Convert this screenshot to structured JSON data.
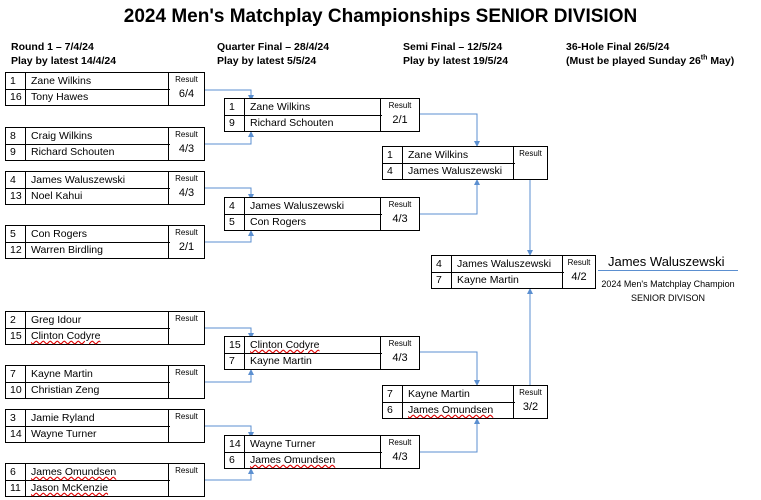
{
  "title": "2024 Men's Matchplay Championships  SENIOR DIVISION",
  "rounds": [
    {
      "line1": "Round 1 – 7/4/24",
      "line2": "Play by latest 14/4/24"
    },
    {
      "line1": "Quarter Final – 28/4/24",
      "line2": "Play by latest 5/5/24"
    },
    {
      "line1": "Semi Final – 12/5/24",
      "line2": "Play by latest 19/5/24"
    },
    {
      "line1": "36-Hole Final 26/5/24",
      "line2_pre": "(Must be played Sunday 26",
      "line2_sup": "th",
      "line2_post": " May)"
    }
  ],
  "result_label": "Result",
  "round1": [
    {
      "p1": {
        "seed": "1",
        "name": "Zane Wilkins"
      },
      "p2": {
        "seed": "16",
        "name": "Tony Hawes"
      },
      "result": "6/4"
    },
    {
      "p1": {
        "seed": "8",
        "name": "Craig Wilkins"
      },
      "p2": {
        "seed": "9",
        "name": "Richard Schouten"
      },
      "result": "4/3"
    },
    {
      "p1": {
        "seed": "4",
        "name": "James Waluszewski"
      },
      "p2": {
        "seed": "13",
        "name": "Noel Kahui"
      },
      "result": "4/3"
    },
    {
      "p1": {
        "seed": "5",
        "name": "Con Rogers"
      },
      "p2": {
        "seed": "12",
        "name": "Warren Birdling"
      },
      "result": "2/1"
    },
    {
      "p1": {
        "seed": "2",
        "name": "Greg Idour"
      },
      "p2": {
        "seed": "15",
        "name": "Clinton Codyre"
      },
      "result": ""
    },
    {
      "p1": {
        "seed": "7",
        "name": "Kayne Martin"
      },
      "p2": {
        "seed": "10",
        "name": "Christian Zeng"
      },
      "result": ""
    },
    {
      "p1": {
        "seed": "3",
        "name": "Jamie Ryland"
      },
      "p2": {
        "seed": "14",
        "name": "Wayne Turner"
      },
      "result": ""
    },
    {
      "p1": {
        "seed": "6",
        "name": "James Omundsen"
      },
      "p2": {
        "seed": "11",
        "name": "Jason McKenzie"
      },
      "result": ""
    }
  ],
  "quarter": [
    {
      "p1": {
        "seed": "1",
        "name": "Zane Wilkins"
      },
      "p2": {
        "seed": "9",
        "name": "Richard Schouten"
      },
      "result": "2/1"
    },
    {
      "p1": {
        "seed": "4",
        "name": "James Waluszewski"
      },
      "p2": {
        "seed": "5",
        "name": "Con Rogers"
      },
      "result": "4/3"
    },
    {
      "p1": {
        "seed": "15",
        "name": "Clinton Codyre"
      },
      "p2": {
        "seed": "7",
        "name": "Kayne Martin"
      },
      "result": "4/3"
    },
    {
      "p1": {
        "seed": "14",
        "name": "Wayne Turner"
      },
      "p2": {
        "seed": "6",
        "name": "James Omundsen"
      },
      "result": "4/3"
    }
  ],
  "semi": [
    {
      "p1": {
        "seed": "1",
        "name": "Zane Wilkins"
      },
      "p2": {
        "seed": "4",
        "name": "James Waluszewski"
      },
      "result": ""
    },
    {
      "p1": {
        "seed": "7",
        "name": "Kayne Martin"
      },
      "p2": {
        "seed": "6",
        "name": "James Omundsen"
      },
      "result": "3/2"
    }
  ],
  "final": {
    "p1": {
      "seed": "4",
      "name": "James Waluszewski"
    },
    "p2": {
      "seed": "7",
      "name": "Kayne Martin"
    },
    "result": "4/2"
  },
  "champion": {
    "name": "James Waluszewski",
    "line1": "2024 Men's Matchplay Champion",
    "line2": "SENIOR DIVISON"
  },
  "colors": {
    "connector": "#5b8fd0",
    "spellcheck": "#d00000"
  }
}
